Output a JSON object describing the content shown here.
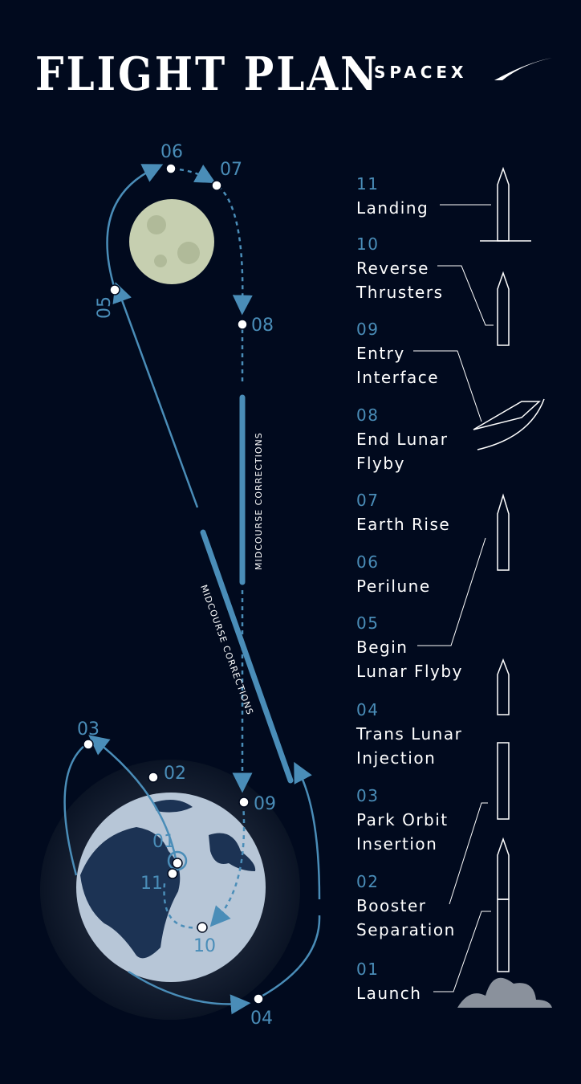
{
  "header": {
    "title": "FLIGHT PLAN",
    "logo": "SPACEX"
  },
  "colors": {
    "background": "#010a1e",
    "accent": "#4a8db8",
    "earth": "#b7c6d7",
    "land": "#1c3354",
    "moon": "#c6cfb0"
  },
  "diagram": {
    "points": [
      "01",
      "02",
      "03",
      "04",
      "05",
      "06",
      "07",
      "08",
      "09",
      "10",
      "11"
    ],
    "midcourse_label_1": "MIDCOURSE CORRECTIONS",
    "midcourse_label_2": "MIDCOURSE CORRECTIONS"
  },
  "steps": [
    {
      "num": "11",
      "lines": [
        "Landing"
      ]
    },
    {
      "num": "10",
      "lines": [
        "Reverse",
        "Thrusters"
      ]
    },
    {
      "num": "09",
      "lines": [
        "Entry",
        "Interface"
      ]
    },
    {
      "num": "08",
      "lines": [
        "End Lunar",
        "Flyby"
      ]
    },
    {
      "num": "07",
      "lines": [
        "Earth Rise"
      ]
    },
    {
      "num": "06",
      "lines": [
        "Perilune"
      ]
    },
    {
      "num": "05",
      "lines": [
        "Begin",
        "Lunar Flyby"
      ]
    },
    {
      "num": "04",
      "lines": [
        "Trans Lunar",
        "Injection"
      ]
    },
    {
      "num": "03",
      "lines": [
        "Park Orbit",
        "Insertion"
      ]
    },
    {
      "num": "02",
      "lines": [
        "Booster",
        "Separation"
      ]
    },
    {
      "num": "01",
      "lines": [
        "Launch"
      ]
    }
  ]
}
